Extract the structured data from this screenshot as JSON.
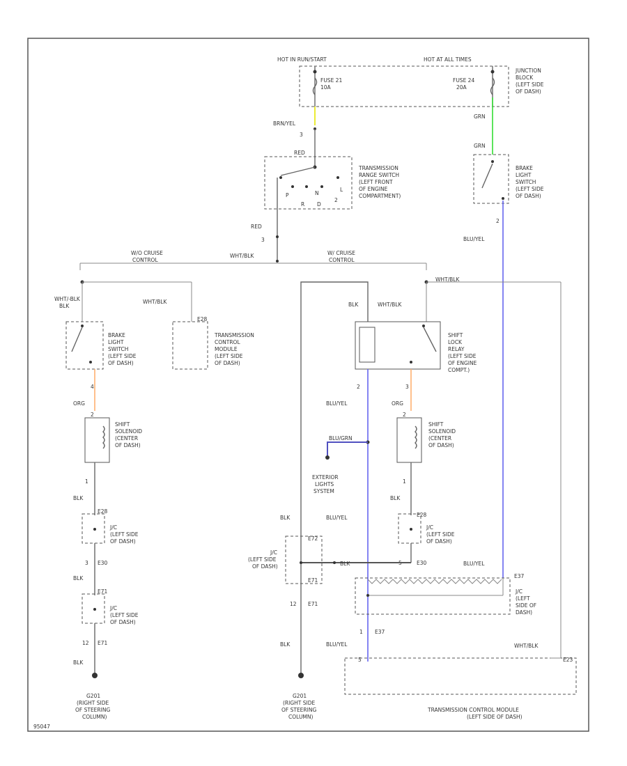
{
  "colors": {
    "wire_gray": "#666666",
    "wire_yellow": "#e6e600",
    "wire_green": "#33dd33",
    "wire_orange": "#ffb070",
    "wire_blue": "#6666ee",
    "wire_purple": "#5050c0"
  },
  "header": {
    "hot_in_run_start": "HOT IN RUN/START",
    "hot_at_all_times": "HOT AT ALL TIMES",
    "fuse21": "FUSE 21",
    "fuse21_amp": "10A",
    "fuse24": "FUSE 24",
    "fuse24_amp": "20A",
    "junction_block": [
      "JUNCTION",
      "BLOCK",
      "(LEFT SIDE",
      "OF DASH)"
    ]
  },
  "wires": {
    "brn_yel": "BRN/YEL",
    "grn": "GRN",
    "red": "RED",
    "blu_yel": "BLU/YEL",
    "wht_blk": "WHT/BLK",
    "wht_dash_blk": "WHT/-BLK",
    "blk": "BLK",
    "org": "ORG",
    "blu_grn": "BLU/GRN"
  },
  "pins": {
    "p3": "3",
    "p2": "2",
    "p1": "1",
    "p4": "4",
    "p5": "5",
    "p12": "12",
    "p_p": "P",
    "p_n": "N",
    "p_r": "R",
    "p_d": "D",
    "p_l": "L",
    "e28": "E28",
    "e30": "E30",
    "e71": "E71",
    "e72": "E72",
    "e37": "E37",
    "e23": "E23"
  },
  "components": {
    "tr_switch": [
      "TRANSMISSION",
      "RANGE SWITCH",
      "(LEFT FRONT",
      "OF ENGINE",
      "COMPARTMENT)"
    ],
    "brake_switch_right": [
      "BRAKE",
      "LIGHT",
      "SWITCH",
      "(LEFT SIDE",
      "OF DASH)"
    ],
    "brake_switch_left": [
      "BRAKE",
      "LIGHT",
      "SWITCH",
      "(LEFT SIDE",
      "OF DASH)"
    ],
    "tcm_upper": [
      "TRANSMISSION",
      "CONTROL",
      "MODULE",
      "(LEFT SIDE",
      "OF DASH)"
    ],
    "shift_lock_relay": [
      "SHIFT",
      "LOCK",
      "RELAY",
      "(LEFT SIDE",
      "OF ENGINE",
      "COMPT.)"
    ],
    "shift_solenoid_left": [
      "SHIFT",
      "SOLENOID",
      "(CENTER",
      "OF DASH)"
    ],
    "shift_solenoid_right": [
      "SHIFT",
      "SOLENOID",
      "(CENTER",
      "OF DASH)"
    ],
    "exterior_lights": [
      "EXTERIOR",
      "LIGHTS",
      "SYSTEM"
    ],
    "jc_left_1": [
      "J/C",
      "(LEFT SIDE",
      "OF DASH)"
    ],
    "jc_left_2": [
      "J/C",
      "(LEFT SIDE",
      "OF DASH)"
    ],
    "jc_mid": [
      "J/C",
      "(LEFT SIDE",
      "OF DASH)"
    ],
    "jc_right_mid": [
      "J/C",
      "(LEFT SIDE",
      "OF DASH)"
    ],
    "jc_bottom": [
      "J/C",
      "(LEFT",
      "SIDE OF",
      "DASH)"
    ],
    "ground_left": [
      "G201",
      "(RIGHT SIDE",
      "OF STEERING",
      "COLUMN)"
    ],
    "ground_mid": [
      "G201",
      "(RIGHT SIDE",
      "OF STEERING",
      "COLUMN)"
    ],
    "tcm_bottom": [
      "TRANSMISSION CONTROL MODULE",
      "(LEFT SIDE OF DASH)"
    ]
  },
  "branches": {
    "wo_cruise": [
      "W/O CRUISE",
      "CONTROL"
    ],
    "w_cruise": [
      "W/ CRUISE",
      "CONTROL"
    ]
  },
  "footer": {
    "code": "95047"
  }
}
